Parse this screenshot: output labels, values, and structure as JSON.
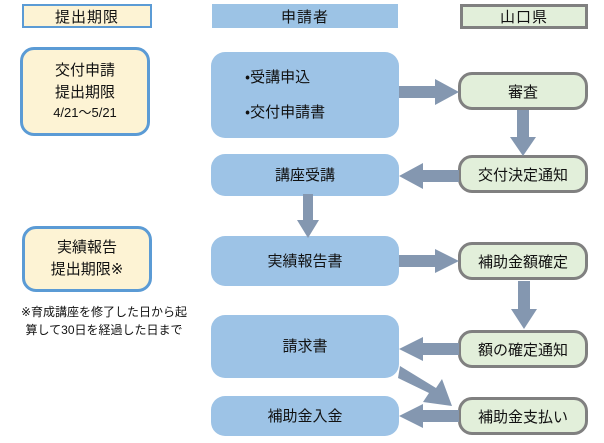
{
  "columns": {
    "deadline_header": "提出期限",
    "applicant_header": "申請者",
    "prefecture_header": "山口県"
  },
  "deadline_cards": [
    {
      "line1": "交付申請",
      "line2": "提出期限",
      "line3": "4/21〜5/21"
    },
    {
      "line1": "実績報告",
      "line2": "提出期限※",
      "line3": ""
    }
  ],
  "note": "※育成講座を修了した日から起\n算して30日を経過した日まで",
  "applicant_steps": [
    {
      "bullet1": "・受講申込",
      "bullet2": "・交付申請書"
    },
    {
      "label": "講座受講"
    },
    {
      "label": "実績報告書"
    },
    {
      "label": "請求書"
    },
    {
      "label": "補助金入金"
    }
  ],
  "prefecture_steps": [
    {
      "label": "審査"
    },
    {
      "label": "交付決定通知"
    },
    {
      "label": "補助金額確定"
    },
    {
      "label": "額の確定通知"
    },
    {
      "label": "補助金支払い"
    }
  ],
  "flow_arrows": [
    {
      "name": "arrow-application-to-review",
      "direction": "right"
    },
    {
      "name": "arrow-review-to-grant-notice",
      "direction": "down"
    },
    {
      "name": "arrow-grant-notice-to-course",
      "direction": "left"
    },
    {
      "name": "arrow-course-to-report",
      "direction": "down"
    },
    {
      "name": "arrow-report-to-amount-fixed",
      "direction": "right"
    },
    {
      "name": "arrow-amount-fixed-to-amount-notice",
      "direction": "down"
    },
    {
      "name": "arrow-amount-notice-to-invoice",
      "direction": "left"
    },
    {
      "name": "arrow-invoice-to-payment",
      "direction": "down-right"
    },
    {
      "name": "arrow-payment-to-deposit",
      "direction": "left"
    }
  ],
  "colors": {
    "cream": "#FDF3D4",
    "blue_border": "#5B9BD5",
    "applicant_blue": "#9DC3E6",
    "header_blue": "#9CC3E5",
    "prefecture_green": "#E2EFDA",
    "gray_border": "#808080",
    "arrow": "#8497B0"
  }
}
